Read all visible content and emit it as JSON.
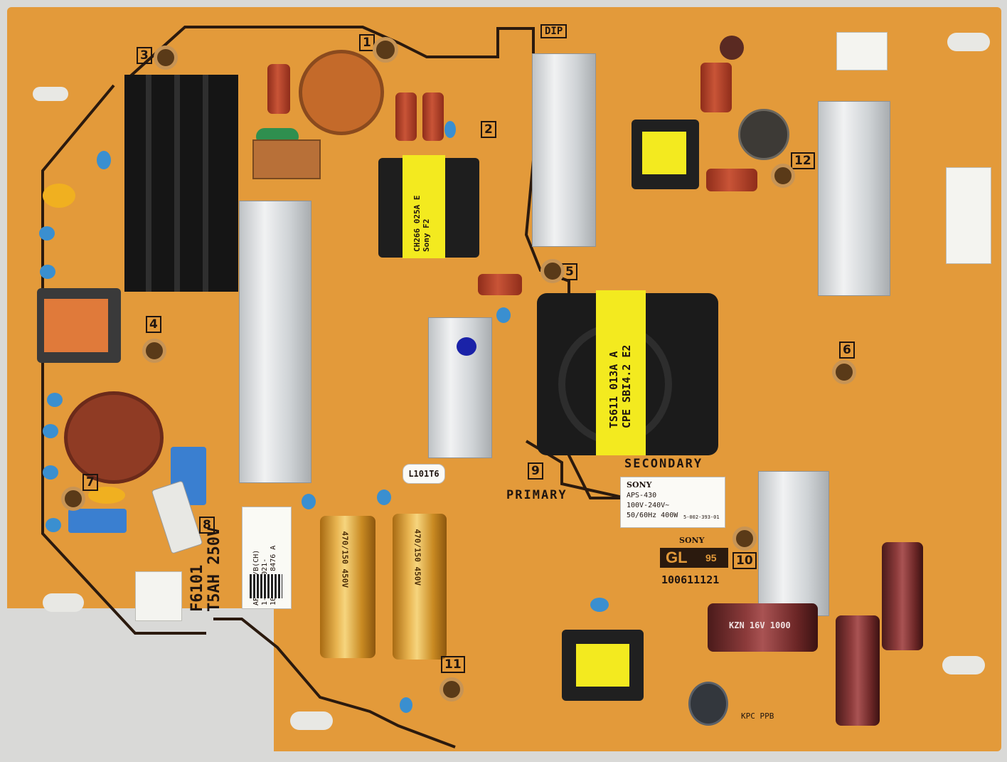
{
  "board": {
    "silkscreen": {
      "dip": "DIP",
      "primary": "PRIMARY",
      "secondary": "SECONDARY",
      "model_big": "GL",
      "model_small": "95",
      "part_number": "100611121",
      "brand_small": "SONY",
      "cert_marks": "KPC PPB"
    },
    "fuse_marking": {
      "line1": "F6101",
      "line2": "T5AH 250V"
    },
    "numbers": [
      "1",
      "2",
      "3",
      "4",
      "5",
      "6",
      "7",
      "8",
      "9",
      "10",
      "11",
      "12"
    ],
    "label_sticker": {
      "line1": "APS-430/B(CH)",
      "line2": "1-003-9021-",
      "line3": "1005200 8476 A"
    },
    "rating_sticker": {
      "brand": "SONY",
      "model": "APS-430",
      "voltage": "100V-240V~",
      "power": "50/60Hz 400W",
      "code": "5-002-393-01"
    },
    "transformers": {
      "large": [
        "TS611 013A A",
        "CPE SBI4.2 E2"
      ],
      "small": [
        "CH266 025A E",
        "Sony F2"
      ]
    },
    "capacitors": {
      "gold": "470/150 450V",
      "brown": "KZN 16V 1000"
    },
    "white_component": "L101T6"
  },
  "colors": {
    "pcb": "#e39a3a",
    "silkscreen": "#2b1a0e",
    "heatsink": "#dfe2e4",
    "transformer_tape": "#f3ea1f"
  }
}
